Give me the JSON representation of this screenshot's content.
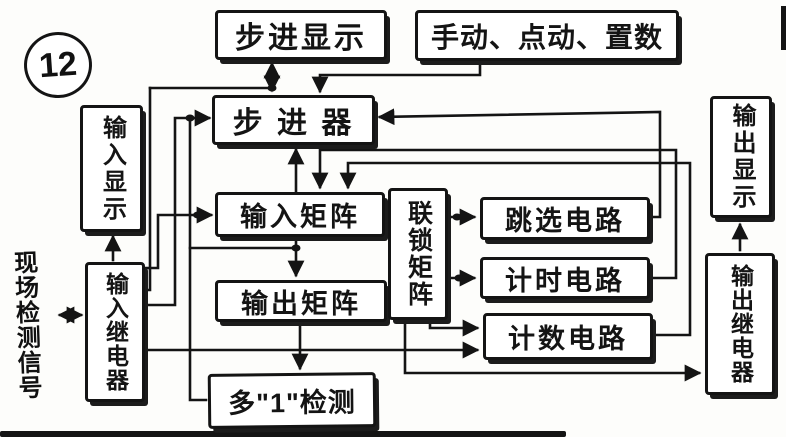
{
  "figure": {
    "badge": "12",
    "title_hint": "step-controller block diagram"
  },
  "boxes": {
    "step_display": "步进显示",
    "manual_jog_preset": "手动、点动、置数",
    "stepper": "步 进 器",
    "input_display": "输入显示",
    "input_relay": "输入继电器",
    "field_signal": "现场检测信号",
    "input_matrix": "输入矩阵",
    "output_matrix": "输出矩阵",
    "interlock_matrix": "联锁矩阵",
    "jump_circuit": "跳选电路",
    "timing_circuit": "计时电路",
    "counting_circuit": "计数电路",
    "multi_one_detect": "多\"1\"检测",
    "output_display": "输出显示",
    "output_relay": "输出继电器"
  },
  "colors": {
    "ink": "#141414",
    "paper": "#fdfdfb"
  },
  "connections": [
    {
      "from": "步进器",
      "to": "步进显示",
      "arrow": "to"
    },
    {
      "from": "手动、点动、置数",
      "to": "步进器",
      "arrow": "to"
    },
    {
      "from": "输入继电器",
      "to": "步进器",
      "arrow": "to"
    },
    {
      "from": "多\"1\"检测",
      "to": "步进器",
      "arrow": "to",
      "note": "joins input-relay line at junction dot"
    },
    {
      "from": "输入继电器",
      "to": "输入显示",
      "arrow": "to"
    },
    {
      "from": "现场检测信号",
      "to": "输入继电器",
      "arrow": "both"
    },
    {
      "from": "输入继电器",
      "to": "输入矩阵",
      "arrow": "to"
    },
    {
      "from": "输入矩阵",
      "to": "步进器",
      "arrow": "to"
    },
    {
      "from": "输入矩阵",
      "to": "输出矩阵",
      "arrow": "to"
    },
    {
      "from": "输出矩阵",
      "to": "多\"1\"检测",
      "arrow": "to"
    },
    {
      "from": "联锁矩阵",
      "to": "跳选电路",
      "arrow": "to"
    },
    {
      "from": "联锁矩阵",
      "to": "计时电路",
      "arrow": "to"
    },
    {
      "from": "联锁矩阵",
      "to": "计数电路",
      "arrow": "to"
    },
    {
      "from": "输入继电器",
      "to": "计数电路",
      "arrow": "to"
    },
    {
      "from": "联锁矩阵",
      "to": "输出继电器",
      "arrow": "to"
    },
    {
      "from": "跳选电路",
      "to": "步进器",
      "arrow": "to",
      "note": "feedback via top-right channel"
    },
    {
      "from": "计时电路",
      "to": "输入矩阵",
      "arrow": "to",
      "note": "feedback via top-right channel"
    },
    {
      "from": "计数电路",
      "to": "输入矩阵",
      "arrow": "to",
      "note": "feedback via top-right channel"
    },
    {
      "from": "输出继电器",
      "to": "输出显示",
      "arrow": "to"
    }
  ]
}
